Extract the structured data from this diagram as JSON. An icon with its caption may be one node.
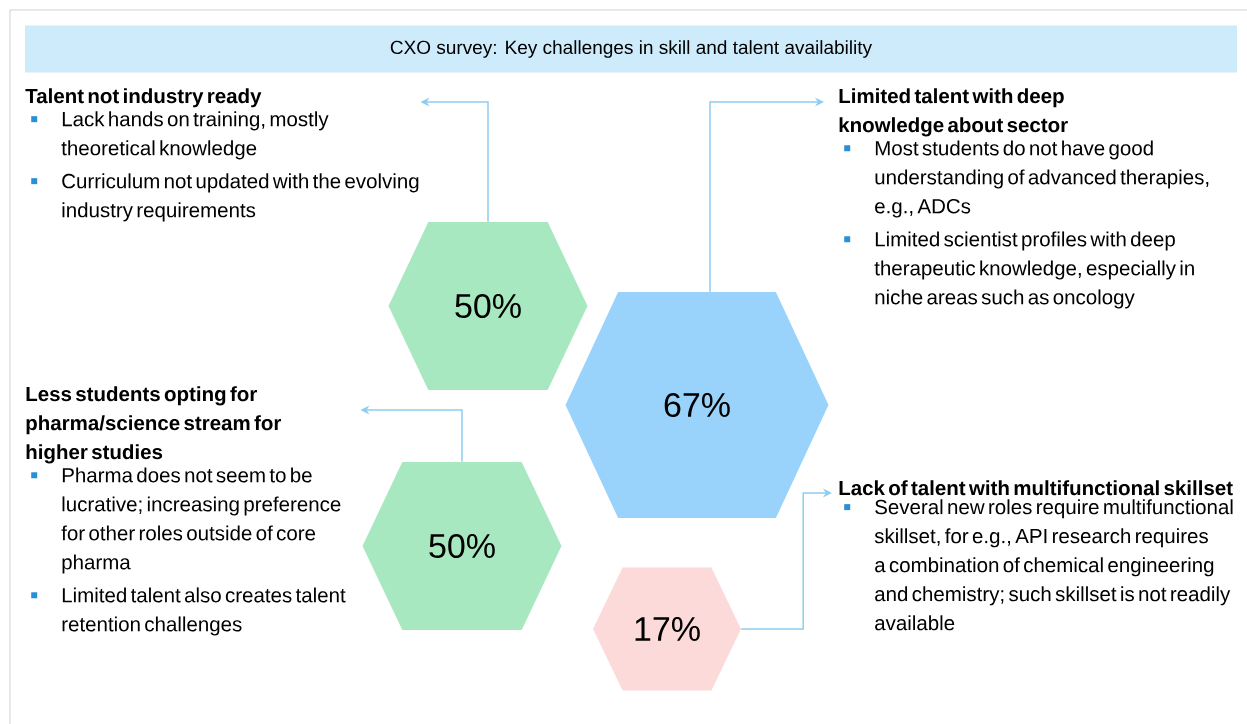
{
  "diagram": {
    "nodes": [
      {
        "text": [
          "CXO survey: Key challenges in skill and talent availability"
        ]
      },
      {
        "text": [
          "Talent not industry ready",
          "Lack hands on training, mostly theoretical knowledge",
          "Curriculum not updated with the evolving industry requirements"
        ]
      },
      {
        "text": [
          "50%"
        ]
      },
      {
        "text": [
          "Limited talent with deep knowledge about sector",
          "Most students do not have good understanding of advanced therapies, e.g., ADCs",
          "Limited scientist profiles with deep therapeutic knowledge, especially in niche areas such as oncology"
        ]
      },
      {
        "text": [
          "67%"
        ]
      },
      {
        "text": [
          "Less students opting for pharma/science stream for higher studies",
          "Pharma does not seem to be lucrative; increasing preference for other roles outside of core pharma",
          "Limited talent also creates talent retention challenges"
        ]
      },
      {
        "text": [
          "50%"
        ]
      },
      {
        "text": [
          "17%"
        ]
      },
      {
        "text": [
          "Lack of talent with multifunctional skillset",
          "Several new roles require multifunctional skillset, for e.g., API research requires a combination of chemical engineering and chemistry; such skillset is not readily available"
        ]
      }
    ],
    "edges": [
      {
        "from": 2,
        "to": 1,
        "arrow": "to"
      },
      {
        "from": 4,
        "to": 3,
        "arrow": "to"
      },
      {
        "from": 6,
        "to": 5,
        "arrow": "to"
      },
      {
        "from": 7,
        "to": 8,
        "arrow": "to"
      }
    ]
  }
}
